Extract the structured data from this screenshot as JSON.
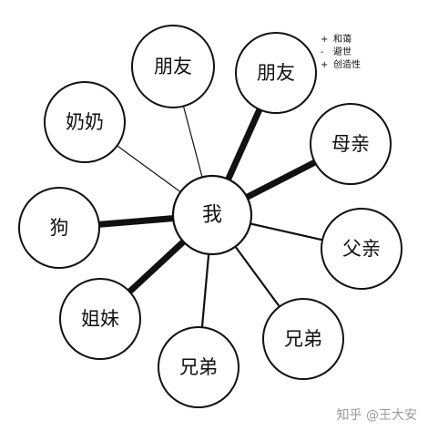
{
  "center": {
    "label": "我"
  },
  "nodes": [
    {
      "id": "friend-1",
      "label": "朋友",
      "tie": "weak"
    },
    {
      "id": "friend-2",
      "label": "朋友",
      "tie": "strong"
    },
    {
      "id": "grandma",
      "label": "奶奶",
      "tie": "weak"
    },
    {
      "id": "mother",
      "label": "母亲",
      "tie": "strong"
    },
    {
      "id": "dog",
      "label": "狗",
      "tie": "strong"
    },
    {
      "id": "father",
      "label": "父亲",
      "tie": "medium"
    },
    {
      "id": "sister",
      "label": "姐妹",
      "tie": "strong"
    },
    {
      "id": "brother-1",
      "label": "兄弟",
      "tie": "medium"
    },
    {
      "id": "brother-2",
      "label": "兄弟",
      "tie": "medium"
    }
  ],
  "legend": [
    {
      "sign": "+",
      "text": "和蔼"
    },
    {
      "sign": "-",
      "text": "避世"
    },
    {
      "sign": "+",
      "text": "创造性"
    }
  ],
  "watermark": "知乎 @王大安",
  "colors": {
    "stroke": "#111111",
    "background": "#ffffff",
    "watermark": "#9a9a9a"
  }
}
